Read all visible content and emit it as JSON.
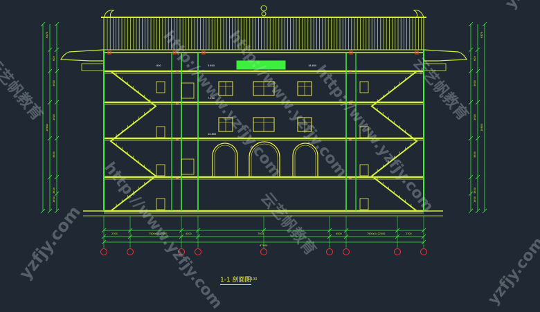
{
  "caption": {
    "title": "1-1 剖面图",
    "scale": "1:100"
  },
  "watermarks": {
    "url_full": "http://www.yzfjy.com",
    "url_short": "yzfjy.com",
    "brand_cn": "云艺帆教育"
  },
  "dimensions": {
    "total_width": "47000",
    "bottom_segments": [
      "2700",
      "7500x3=22500",
      "4500",
      "7500",
      "4500",
      "7500x3=22500",
      "2700"
    ],
    "left_elevations": [
      "1900",
      "3600",
      "3600",
      "3600",
      "3600",
      "600"
    ],
    "left_totals": [
      "18600",
      "6575"
    ],
    "right_elevations": [
      "1900",
      "3600",
      "3600",
      "3600",
      "3600",
      "600"
    ],
    "right_totals": [
      "18600",
      "6575"
    ]
  },
  "colors": {
    "background": "#1f2833",
    "structure": "#d6f03c",
    "walls": "#3cf03c",
    "windows": "#f3f03c",
    "text_white": "#ffffff",
    "red_marks": "#ff3030",
    "magenta_marks": "#ff40ff"
  }
}
